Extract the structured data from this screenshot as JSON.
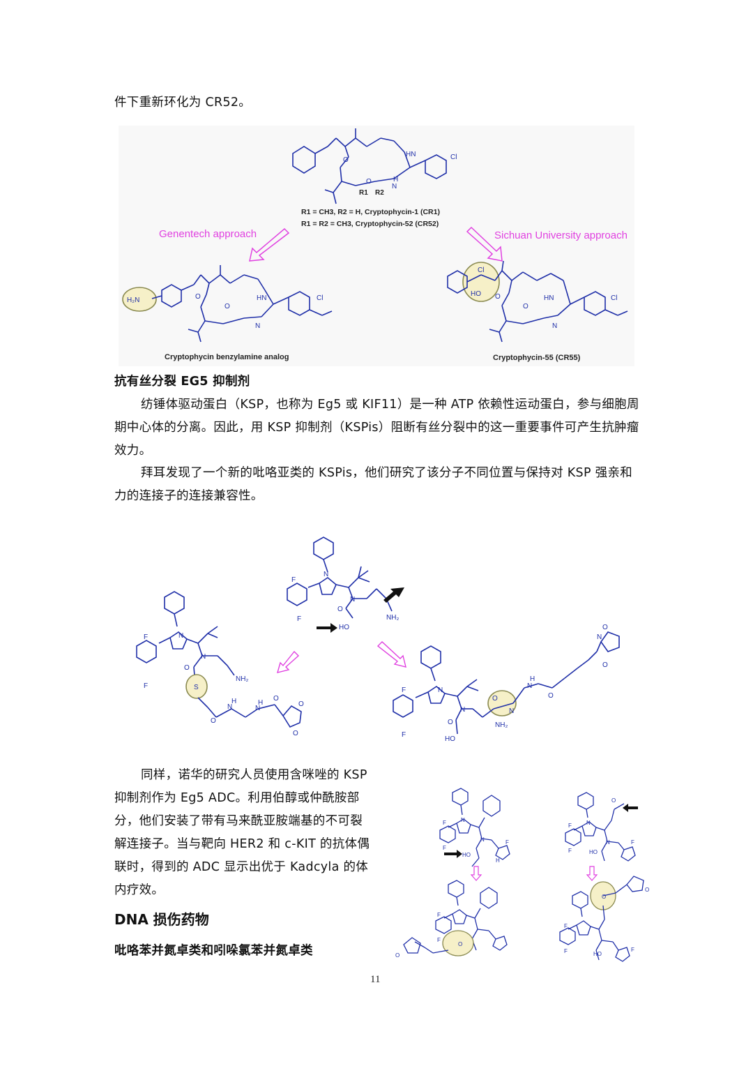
{
  "intro_line": "件下重新环化为 CR52。",
  "figure1": {
    "legend_line1": "R1 = CH3, R2 = H, Cryptophycin-1 (CR1)",
    "legend_line2": "R1 = R2 = CH3, Cryptophycin-52 (CR52)",
    "left_approach": "Genentech approach",
    "right_approach": "Sichuan University  approach",
    "left_caption": "Cryptophycin benzylamine analog",
    "right_caption": "Cryptophycin-55 (CR55)"
  },
  "section_eg5": {
    "heading": "抗有丝分裂 EG5 抑制剂",
    "para1": "纺锤体驱动蛋白（KSP，也称为 Eg5 或 KIF11）是一种 ATP 依赖性运动蛋白，参与细胞周期中心体的分离。因此，用 KSP 抑制剂（KSPis）阻断有丝分裂中的这一重要事件可产生抗肿瘤效力。",
    "para2": "拜耳发现了一个新的吡咯亚类的 KSPis，他们研究了该分子不同位置与保持对 KSP 强亲和力的连接子的连接兼容性。",
    "para3": "同样，诺华的研究人员使用含咪唑的 KSP 抑制剂作为 Eg5 ADC。利用伯醇或仲酰胺部分，他们安装了带有马来酰亚胺端基的不可裂解连接子。当与靶向 HER2 和 c-KIT 的抗体偶联时，得到的 ADC 显示出优于 Kadcyla 的体内疗效。"
  },
  "section_dna": {
    "heading": "DNA 损伤药物",
    "subheading": "吡咯苯并氮卓类和吲哚氯苯并氮卓类"
  },
  "page_number": "11",
  "colors": {
    "structure_blue": "#1f2fa8",
    "arrow_magenta": "#e040e0",
    "highlight_fill": "#f6f0c8",
    "highlight_stroke": "#8a8a50"
  }
}
